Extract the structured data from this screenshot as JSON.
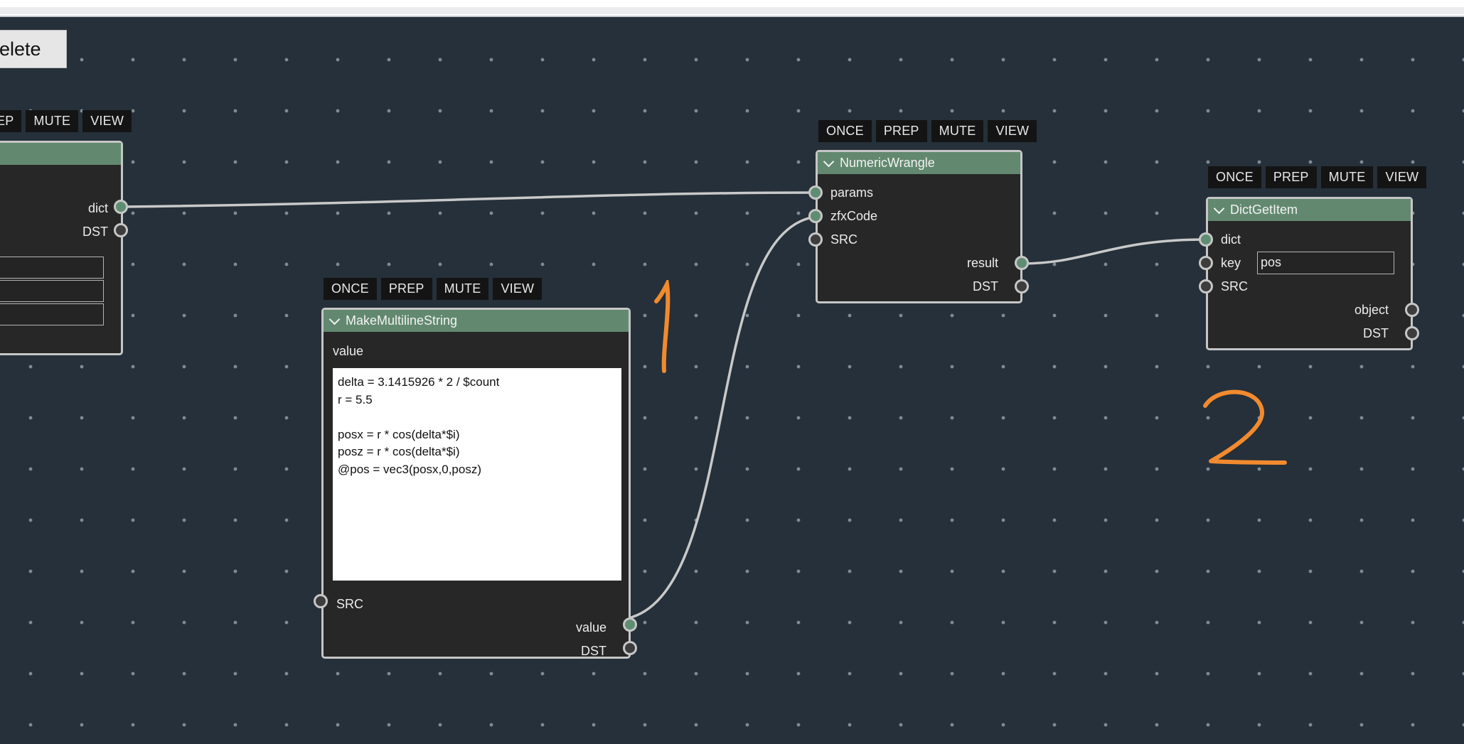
{
  "toolbar": {
    "delete_label": "elete"
  },
  "flag_buttons_partial": [
    "EP",
    "MUTE",
    "VIEW"
  ],
  "flag_buttons": [
    "ONCE",
    "PREP",
    "MUTE",
    "VIEW"
  ],
  "nodes": {
    "left": {
      "outputs": [
        "dict",
        "DST"
      ]
    },
    "multiline": {
      "title": "MakeMultilineString",
      "param_label": "value",
      "value": "delta = 3.1415926 * 2 / $count\nr = 5.5\n\nposx = r * cos(delta*$i)\nposz = r * cos(delta*$i)\n@pos = vec3(posx,0,posz)",
      "inputs": [
        "SRC"
      ],
      "outputs": [
        "value",
        "DST"
      ]
    },
    "wrangle": {
      "title": "NumericWrangle",
      "inputs": [
        "params",
        "zfxCode",
        "SRC"
      ],
      "outputs": [
        "result",
        "DST"
      ]
    },
    "dictget": {
      "title": "DictGetItem",
      "inputs": [
        "dict",
        "key",
        "SRC"
      ],
      "key_value": "pos",
      "outputs": [
        "object",
        "DST"
      ]
    }
  },
  "annotations": [
    "1",
    "2"
  ],
  "colors": {
    "canvas": "#25303a",
    "node_header": "#62896f",
    "node_body": "#272727",
    "wire": "#c9c9c9",
    "annotation": "#f28a2e"
  }
}
